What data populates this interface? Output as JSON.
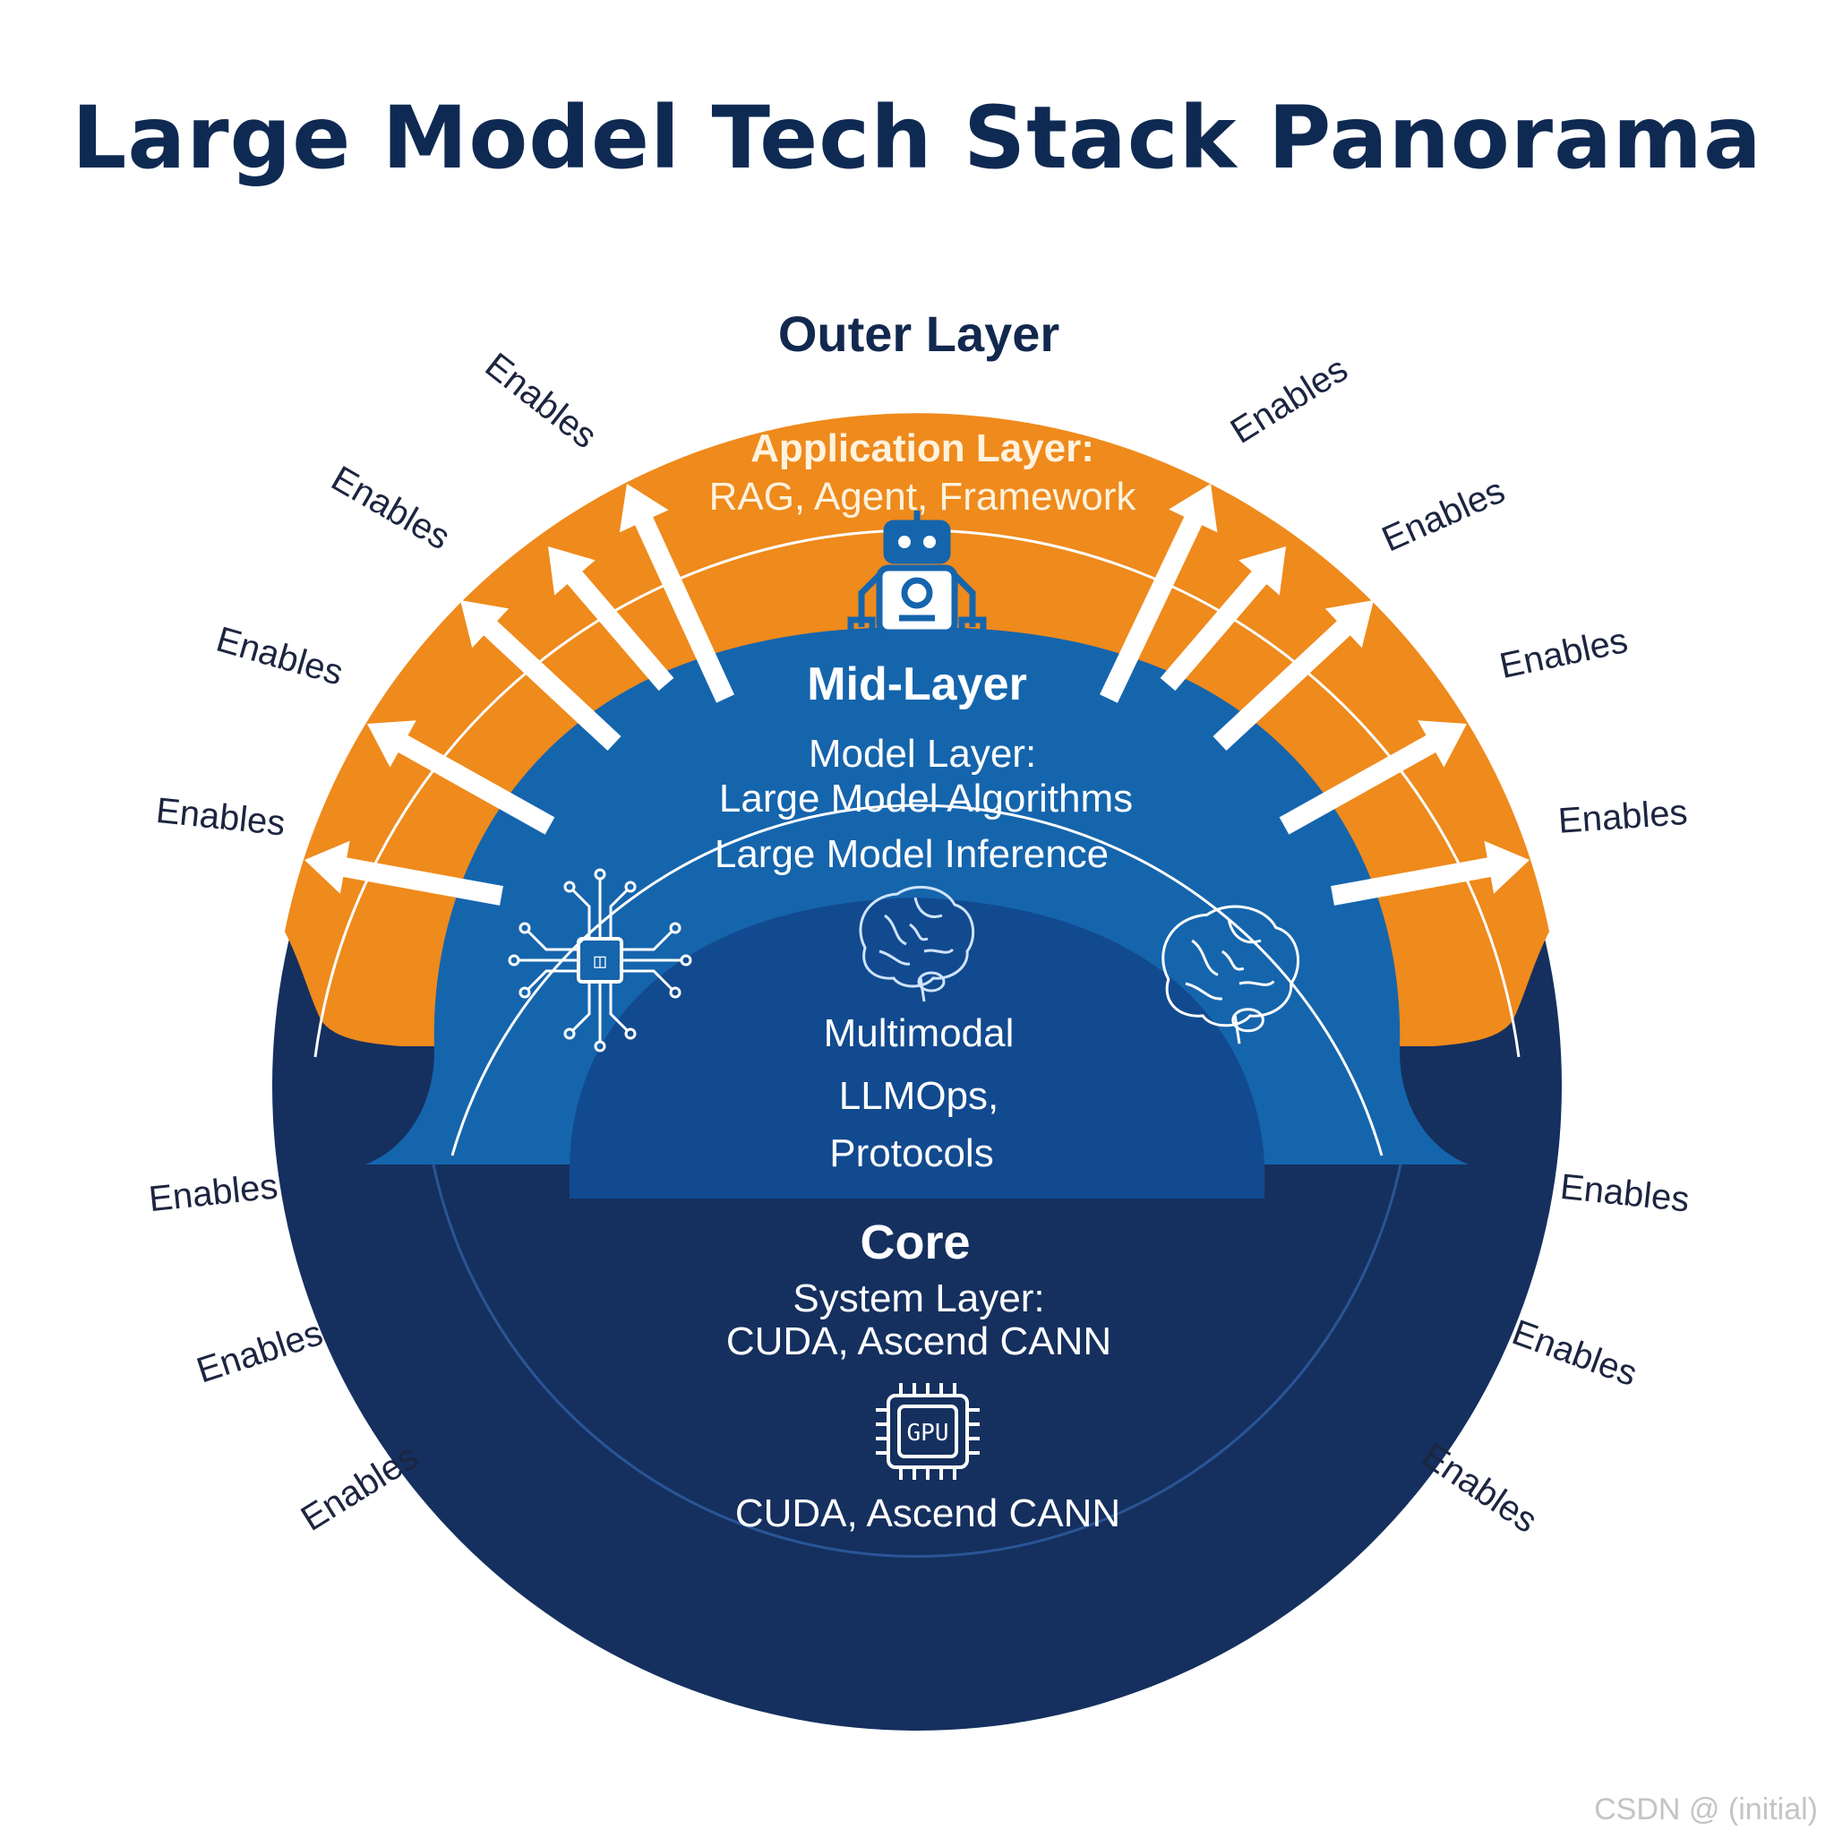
{
  "title": "Large Model Tech Stack Panorama",
  "outer_layer": {
    "heading": "Outer Layer",
    "label_line1": "Application Layer:",
    "label_line2": "RAG, Agent, Framework",
    "icon": "robot-icon",
    "color": "#ef8a1c"
  },
  "mid_layer": {
    "heading": "Mid-Layer",
    "line1": "Model Layer:",
    "line2": "Large Model Algorithms",
    "line3": "Large Model Inference",
    "inner_lines": [
      "Multimodal",
      "LLMOps,",
      "Protocols"
    ],
    "icons": [
      "neural-chip-icon",
      "brain-icon",
      "brain-icon"
    ],
    "color": "#1565ad"
  },
  "core": {
    "heading": "Core",
    "line1": "System Layer:",
    "line2": "CUDA, Ascend CANN",
    "chip_label": "GPU",
    "caption": "CUDA, Ascend CANN",
    "icon": "gpu-chip-icon",
    "color": "#15305f"
  },
  "arrow_label": "Enables",
  "watermark": "CSDN @  (initial)"
}
